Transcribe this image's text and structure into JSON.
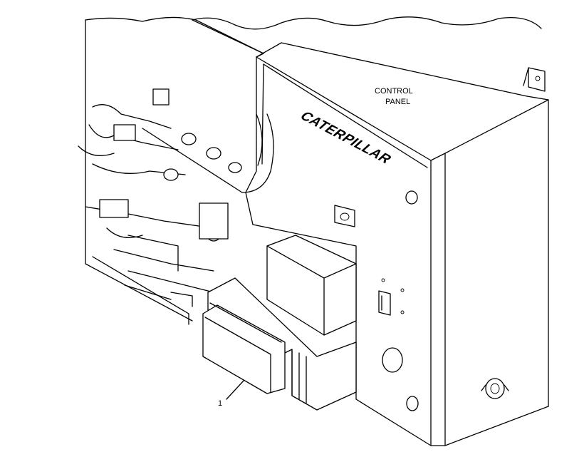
{
  "labels": {
    "control_panel_line1": "CONTROL",
    "control_panel_line2": "PANEL",
    "brand_logo": "CATERPILLAR",
    "callout_1": "1"
  }
}
